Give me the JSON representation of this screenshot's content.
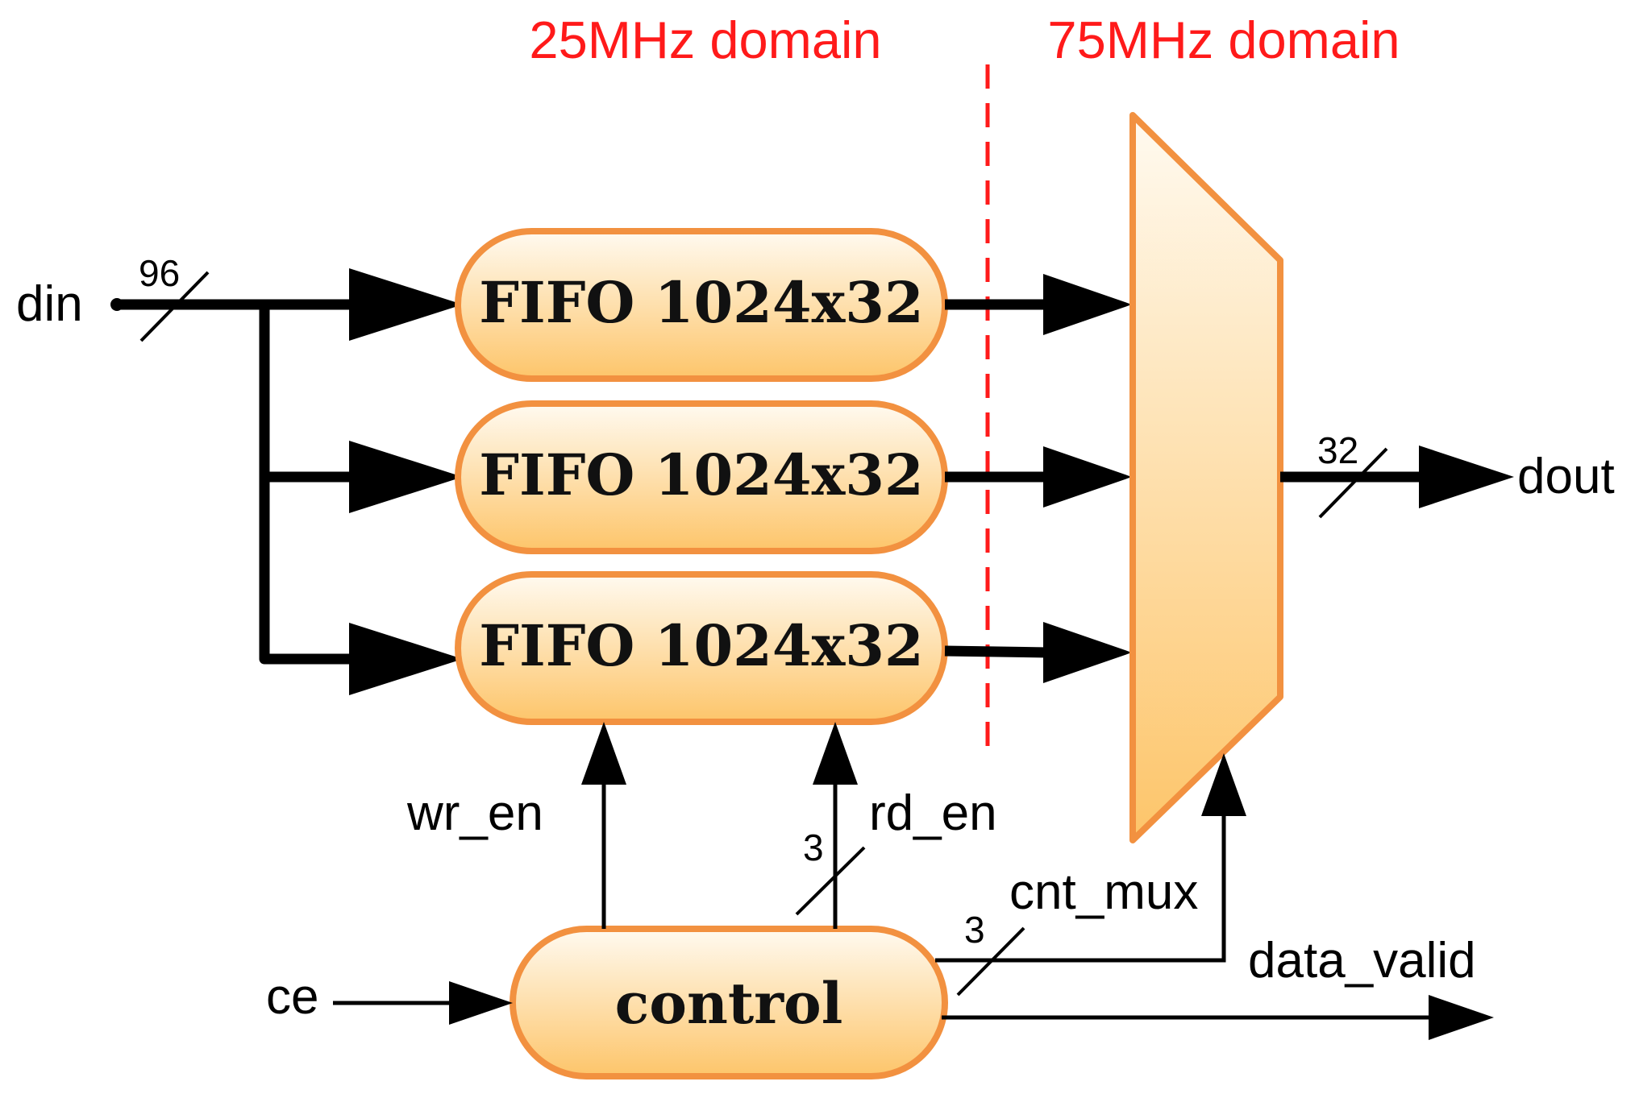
{
  "colors": {
    "domain_text": "#ff1a1a",
    "block_stroke": "#f29140",
    "block_fill_top": "#fffaf0",
    "block_fill_bottom": "#fdc56a",
    "wire": "#000000"
  },
  "domains": {
    "left": "25MHz domain",
    "right": "75MHz domain"
  },
  "inputs": {
    "din": "din",
    "din_width": "96",
    "ce": "ce"
  },
  "fifos": [
    {
      "label": "FIFO 1024x32"
    },
    {
      "label": "FIFO 1024x32"
    },
    {
      "label": "FIFO 1024x32"
    }
  ],
  "control": {
    "label": "control"
  },
  "signals": {
    "wr_en": "wr_en",
    "rd_en": "rd_en",
    "rd_en_width": "3",
    "cnt_mux": "cnt_mux",
    "cnt_mux_width": "3",
    "data_valid": "data_valid"
  },
  "outputs": {
    "dout": "dout",
    "dout_width": "32"
  }
}
